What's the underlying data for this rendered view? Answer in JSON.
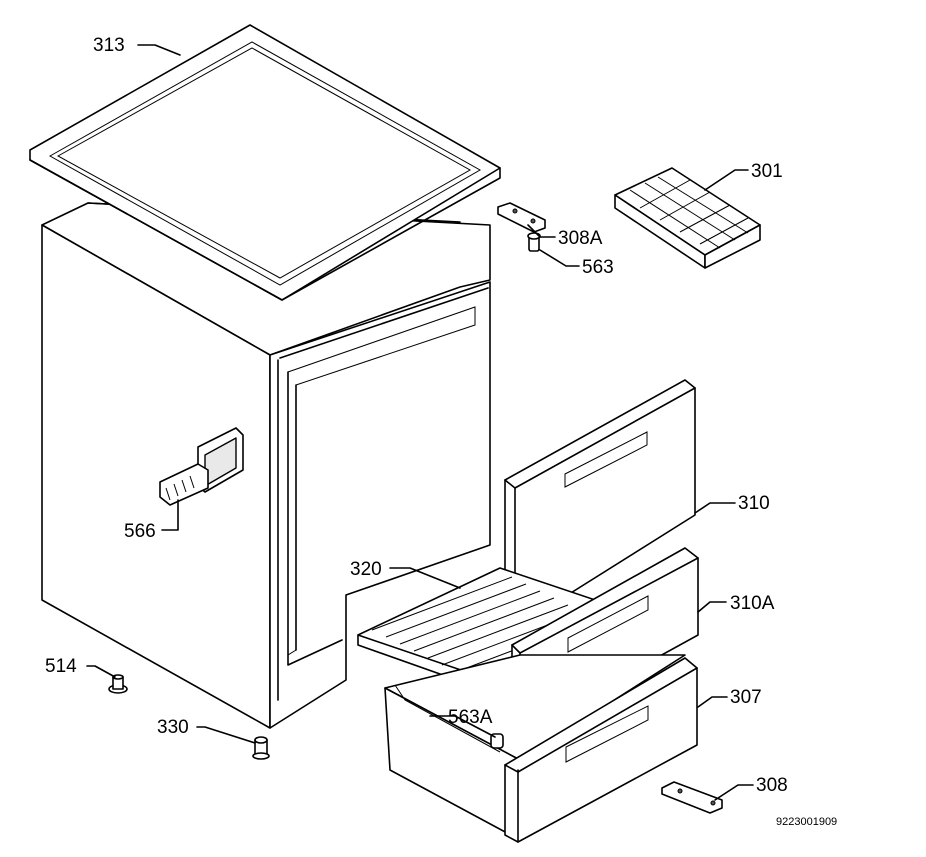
{
  "callouts": {
    "top_cover": "313",
    "ice_tray": "301",
    "hinge_top": "308A",
    "pin_top": "563",
    "door_handle": "566",
    "flap": "310",
    "shelf": "320",
    "drawer_front": "310A",
    "foot": "514",
    "adjustable_foot": "330",
    "pin_bottom": "563A",
    "bottom_drawer": "307",
    "hinge_bottom": "308"
  },
  "drawing_number": "9223001909"
}
